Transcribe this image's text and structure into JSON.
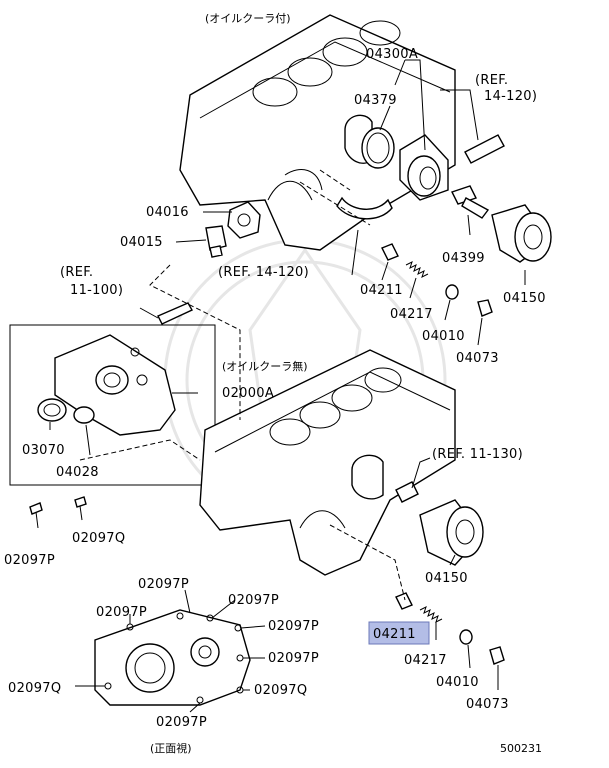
{
  "captions": {
    "with_oil_cooler": "(オイルクーラ付)",
    "without_oil_cooler": "(オイルクーラ無)",
    "front_view": "(正面視)",
    "diagram_number": "500231"
  },
  "refs": {
    "r1": "(REF.",
    "r1b": "14-120)",
    "r2": "(REF. 14-120)",
    "r3": "(REF.",
    "r3b": "11-100)",
    "r4": "(REF. 11-130)"
  },
  "highlight_color": "#b3bde6",
  "labels": {
    "p04300A": "04300A",
    "p04379": "04379",
    "p04016": "04016",
    "p04015": "04015",
    "p04399": "04399",
    "p04150a": "04150",
    "p04211a": "04211",
    "p04217a": "04217",
    "p04010a": "04010",
    "p04073a": "04073",
    "p02000A": "02000A",
    "p03070": "03070",
    "p04028": "04028",
    "p02097Q_a": "02097Q",
    "p02097P_a": "02097P",
    "p04150b": "04150",
    "p04211b": "04211",
    "p04217b": "04217",
    "p04010b": "04010",
    "p04073b": "04073",
    "p02097P_b": "02097P",
    "p02097P_c": "02097P",
    "p02097P_d": "02097P",
    "p02097P_e": "02097P",
    "p02097P_f": "02097P",
    "p02097P_g": "02097P",
    "p02097Q_b": "02097Q",
    "p02097Q_c": "02097Q"
  }
}
